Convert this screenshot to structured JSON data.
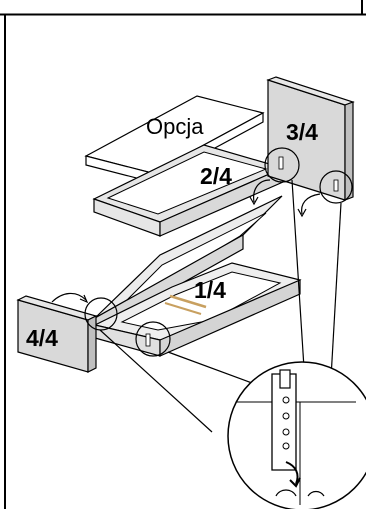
{
  "labels": {
    "option": "Opcja",
    "step_1": "1/4",
    "step_2": "2/4",
    "step_3": "3/4",
    "step_4": "4/4"
  },
  "colors": {
    "panel_gray": "#d9d9d9",
    "frame_light": "#f2f2f2",
    "line": "#000000",
    "slat": "#c8a060"
  }
}
